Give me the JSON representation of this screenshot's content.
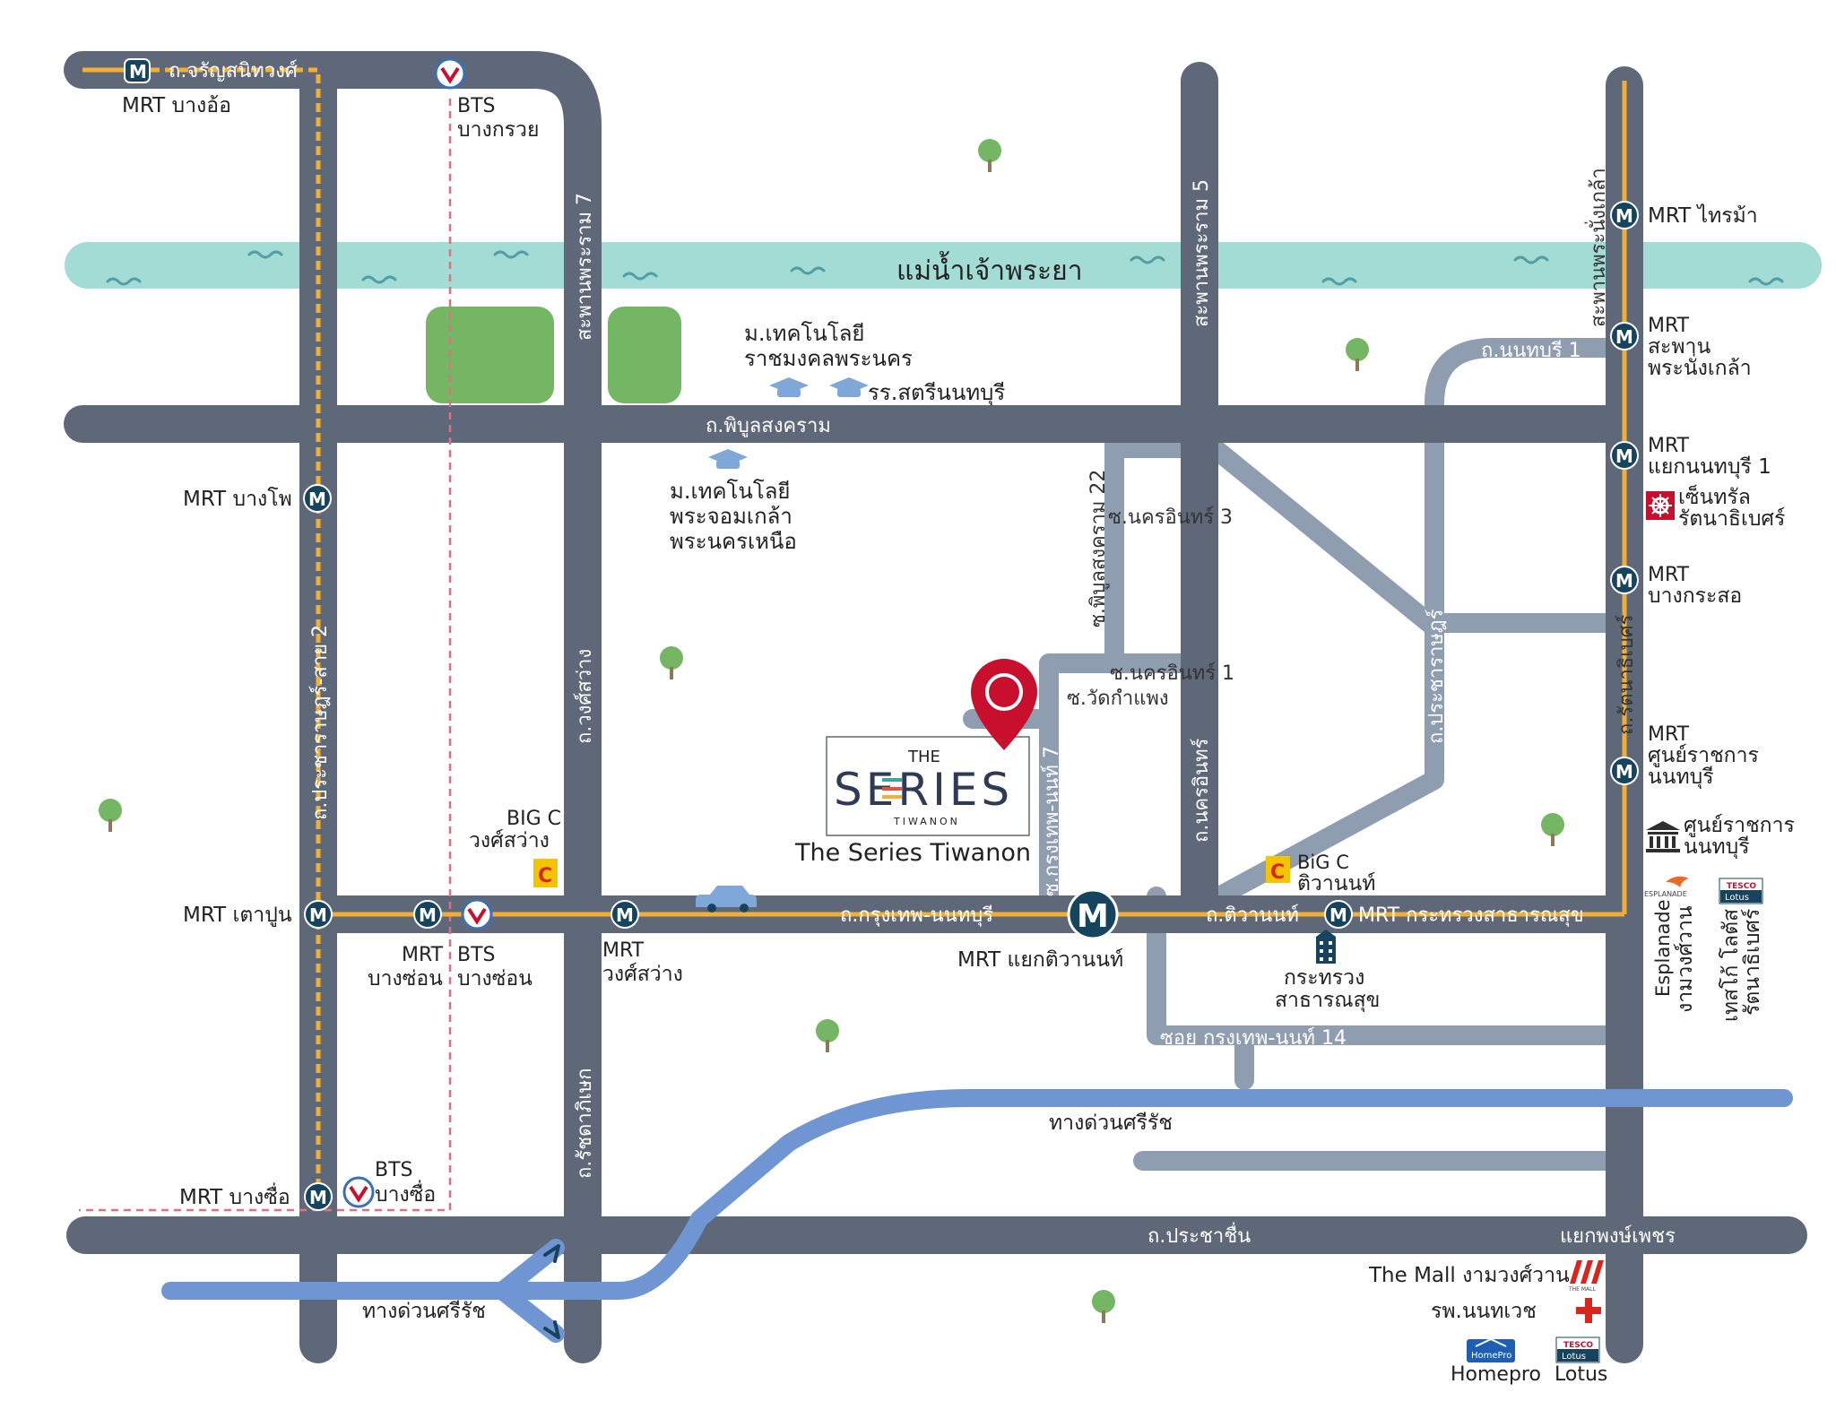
{
  "river": {
    "label": "แม่น้ำเจ้าพระยา"
  },
  "roads": {
    "charansanitwong": "ถ.จรัญสนิทวงศ์",
    "rama7": "สะพานพระราม 7",
    "rama5": "สะพานพระราม 5",
    "nangklao": "สะพานพระนั่งเกล้า",
    "phibunsongkhram": "ถ.พิบูลสงคราม",
    "nonthaburi1": "ถ.นนทบุรี 1",
    "soi_phibun22": "ซ.พิบูลสงคราม 22",
    "soi_nakhonin3": "ซ.นครอินทร์ 3",
    "soi_nakhonin1": "ซ.นครอินทร์ 1",
    "soi_watkamphaeng": "ซ.วัดกำแพง",
    "soi_krungthep_non7": "ซ.กรุงเทพ-นนท์ 7",
    "pracharat": "ถ.ประชาราษฎร์",
    "rattanathibet": "ถ.รัตนาธิเบศร์",
    "nakhonin": "ถ.นครอินทร์",
    "wongsawang": "ถ.วงศ์สว่าง",
    "pracharat_sai2": "ถ.ประชาราษฎร์-สาย 2",
    "krungthep_nonthaburi": "ถ.กรุงเทพ-นนทบุรี",
    "tiwanon": "ถ.ติวานนท์",
    "soi_krungthep_non14": "ซอย กรุงเทพ-นนท์ 14",
    "expressway_upper": "ทางด่วนศรีรัช",
    "expressway_lower": "ทางด่วนศรีรัช",
    "ratchadaphisek": "ถ.รัชดาภิเษก",
    "prachachuen": "ถ.ประชาชื่น",
    "phongphet": "แยกพงษ์เพชร"
  },
  "stations": {
    "mrt_bangor": "MRT บางอ้อ",
    "bts_bangkruai_1": "BTS",
    "bts_bangkruai_2": "บางกรวย",
    "mrt_bangpho": "MRT บางโพ",
    "mrt_taopoon": "MRT เตาปูน",
    "mrt_bangson_1": "MRT",
    "mrt_bangson_2": "บางซ่อน",
    "bts_bangson_1": "BTS",
    "bts_bangson_2": "บางซ่อน",
    "mrt_wongsawang_1": "MRT",
    "mrt_wongsawang_2": "วงศ์สว่าง",
    "mrt_tiwanon": "MRT แยกติวานนท์",
    "mrt_health": "MRT กระทรวงสาธารณสุข",
    "mrt_bangsue": "MRT บางซื่อ",
    "bts_bangsue_1": "BTS",
    "bts_bangsue_2": "บางซื่อ",
    "mrt_saima": "MRT ไทรม้า",
    "mrt_nangklao_1": "MRT",
    "mrt_nangklao_2": "สะพาน",
    "mrt_nangklao_3": "พระนั่งเกล้า",
    "mrt_nonthaburi1_1": "MRT",
    "mrt_nonthaburi1_2": "แยกนนทบุรี 1",
    "mrt_bangkraso_1": "MRT",
    "mrt_bangkraso_2": "บางกระสอ",
    "mrt_govcenter_1": "MRT",
    "mrt_govcenter_2": "ศูนย์ราชการ",
    "mrt_govcenter_3": "นนทบุรี",
    "mrt_letter": "M"
  },
  "landmarks": {
    "rmutp_1": "ม.เทคโนโลยี",
    "rmutp_2": "ราชมงคลพระนคร",
    "satri_non": "รร.สตรีนนทบุรี",
    "kmutnb_1": "ม.เทคโนโลยี",
    "kmutnb_2": "พระจอมเกล้า",
    "kmutnb_3": "พระนครเหนือ",
    "bigc_wong_1": "BIG C",
    "bigc_wong_2": "วงศ์สว่าง",
    "bigc_tiwanon_1": "BiG C",
    "bigc_tiwanon_2": "ติวานนท์",
    "ministry_1": "กระทรวง",
    "ministry_2": "สาธารณสุข",
    "central_1": "เซ็นทรัล",
    "central_2": "รัตนาธิเบศร์",
    "govcenter_1": "ศูนย์ราชการ",
    "govcenter_2": "นนทบุรี",
    "esplanade_logo": "ESPLANADE",
    "esplanade_1": "Esplanade",
    "esplanade_2": "งามวงศ์วาน",
    "tesco_logo_1": "TESCO",
    "tesco_logo_2": "Lotus",
    "tesco_label_1": "เทสโก้ โลตัส",
    "tesco_label_2": "รัตนาธิเบศร์",
    "themall": "The Mall งามวงศ์วาน",
    "themall_logo": "THE MALL",
    "hospital": "รพ.นนทเวช",
    "homepro_logo": "HomePro",
    "homepro": "Homepro",
    "lotus_logo_1": "TESCO",
    "lotus_logo_2": "Lotus",
    "lotus": "Lotus",
    "bigc_logo": "C"
  },
  "project": {
    "logo_the": "THE",
    "logo_series": "SERIES",
    "logo_tiwanon": "TIWANON",
    "name": "The Series Tiwanon"
  },
  "colors": {
    "road_main": "#5f6878",
    "road_minor": "#8f9db0",
    "expressway": "#6f95d2",
    "river": "#a2dcd4",
    "park": "#75b665",
    "mrt_line": "#f3ae33",
    "bts_line": "#e0707f",
    "mrt_badge": "#16445e",
    "pin": "#c8102e"
  }
}
